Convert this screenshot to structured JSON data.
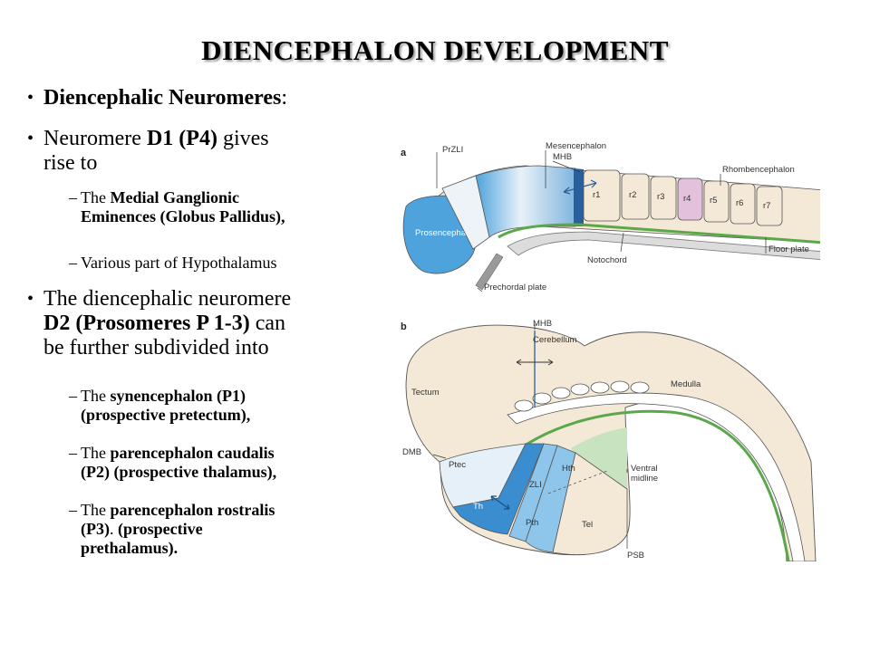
{
  "slide": {
    "title": "DIENCEPHALON DEVELOPMENT",
    "bullets": {
      "b1": {
        "bold": "Diencephalic Neuromeres",
        "rest": ":"
      },
      "b2": {
        "pre": "Neuromere ",
        "bold": "D1 (P4)",
        "line1_rest": " gives",
        "line2": "rise to"
      },
      "b2_sub1": {
        "pre": "The ",
        "bold1": "Medial Ganglionic",
        "line2": "Eminences (Globus Pallidus),"
      },
      "b2_sub2": {
        "text": "Various part of Hypothalamus"
      },
      "b3": {
        "line1": "The diencephalic neuromere",
        "bold": "D2 (Prosomeres P 1-3)",
        "line2_rest": " can",
        "line3": "be further subdivided into"
      },
      "b3_sub1": {
        "pre": "The ",
        "bold1": "synencephalon (P1)",
        "line2": "(prospective pretectum),"
      },
      "b3_sub2": {
        "pre": "The ",
        "bold1": "parencephalon caudalis",
        "line2": "(P2) (prospective thalamus),"
      },
      "b3_sub3": {
        "pre": "The ",
        "bold1": "parencephalon rostralis",
        "line2a": "(P3)",
        "line2b": ". ",
        "line2c": "(prospective",
        "line3": "prethalamus)."
      }
    }
  },
  "figure": {
    "panel_a": {
      "letter": "a",
      "labels": {
        "przli": "PrZLI",
        "mesencephalon": "Mesencephalon",
        "mhb": "MHB",
        "rhombencephalon": "Rhombencephalon",
        "prosencephalon": "Prosencephalon",
        "notochord": "Notochord",
        "floor_plate": "Floor plate",
        "prechordal_plate": "Prechordal plate"
      },
      "rhombomeres": [
        "r1",
        "r2",
        "r3",
        "r4",
        "r5",
        "r6",
        "r7"
      ]
    },
    "panel_b": {
      "letter": "b",
      "labels": {
        "mhb": "MHB",
        "cerebellum": "Cerebellum",
        "tectum": "Tectum",
        "medulla": "Medulla",
        "dmb": "DMB",
        "ptec": "Ptec",
        "th": "Th",
        "zli": "ZLI",
        "hth": "Hth",
        "ventral_midline_1": "Ventral",
        "ventral_midline_2": "midline",
        "pth": "Pth",
        "tel": "Tel",
        "psb": "PSB"
      }
    },
    "colors": {
      "tissue": "#f3e9d6",
      "prosencephalon": "#4ea3dc",
      "mesencephalon": "#c2dcee",
      "mhb": "#2a5f9e",
      "r4": "#e3c0dc",
      "floor_plate": "#5aa84a",
      "notochord": "#dcdcdc",
      "ventral_midline": "#c7e3c0",
      "th": "#3a8ed0",
      "pth": "#8ec5ea",
      "ptec": "#e6f0f8"
    }
  }
}
